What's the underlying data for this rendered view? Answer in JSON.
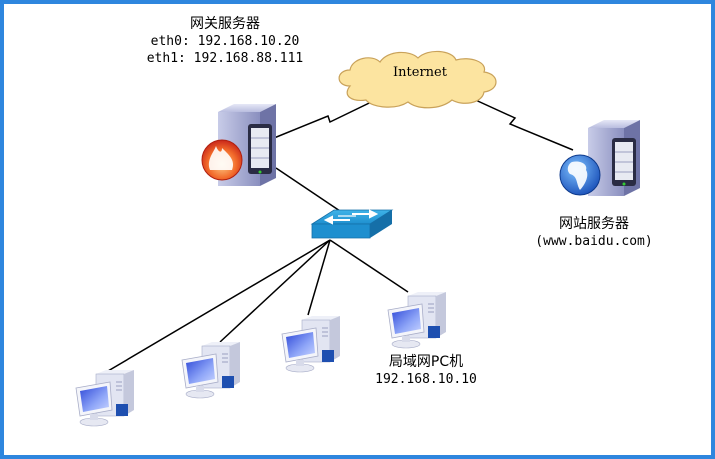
{
  "diagram": {
    "gateway": {
      "title": "网关服务器",
      "eth0": "eth0: 192.168.10.20",
      "eth1": "eth1: 192.168.88.111"
    },
    "internet": {
      "label": "Internet"
    },
    "web_server": {
      "title": "网站服务器",
      "domain": "(www.baidu.com)"
    },
    "lan_pc": {
      "title": "局域网PC机",
      "ip": "192.168.10.10"
    },
    "colors": {
      "border": "#2E86DE",
      "cloud_fill": "#FCE4A0",
      "cloud_stroke": "#C9A25A",
      "switch": "#1E9AD6",
      "link": "#000000"
    }
  }
}
